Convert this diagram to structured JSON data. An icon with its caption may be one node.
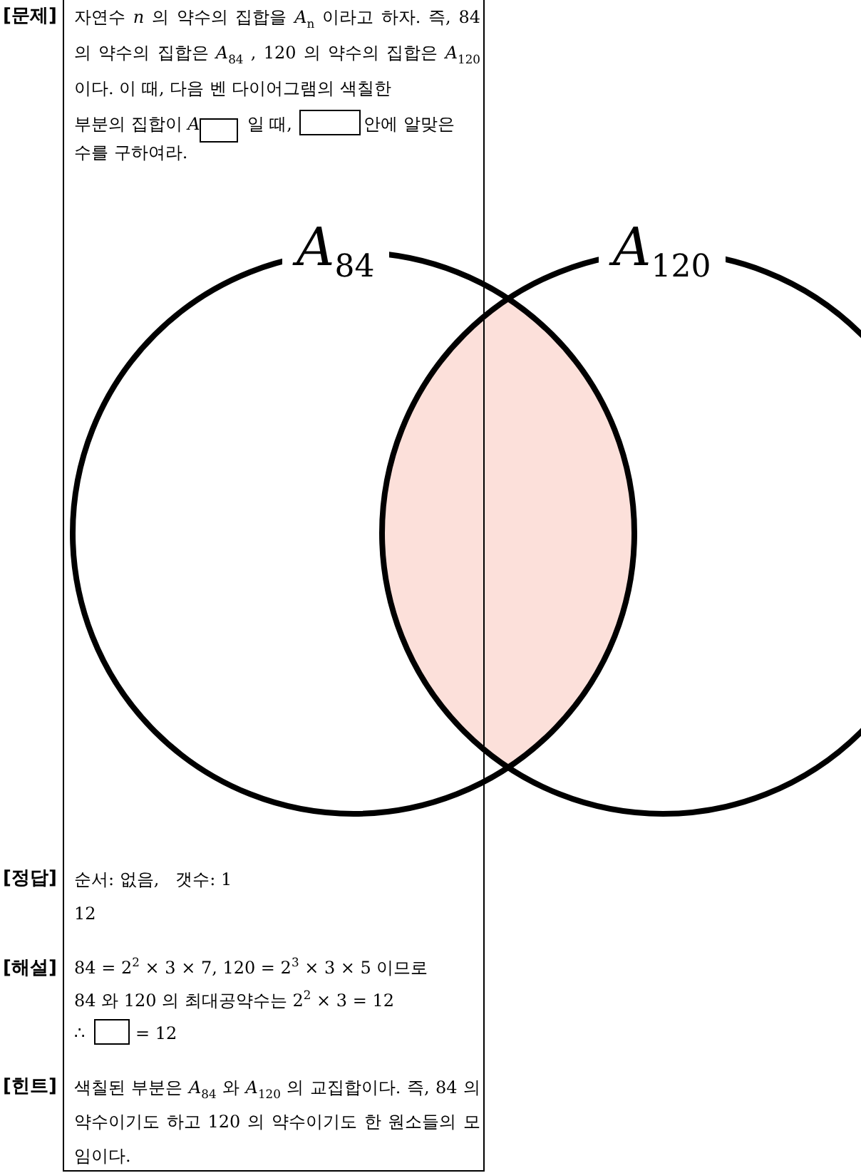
{
  "diagram": {
    "nodes": [
      {
        "text": [
          "*A*$_{84}$"
        ]
      },
      {
        "text": [
          "*A*$_{120}$"
        ]
      },
      {
        "text": [],
        "shape": "lens"
      }
    ],
    "labels": [
      "[문제]",
      "자연수 *n* 의 약수의 집합을 *A*$_{n}$ 이라고 하자. 즉, 84 의 약수의 집합은 *A*$_{84}$ , 120 의 약수의 집합은 *A*$_{120}$ 이다. 이 때, 다음 벤 다이어그램의 색칠한",
      "부분의 집합이 *A*",
      "일 때,",
      "안에 알맞은",
      "수를 구하여라.",
      "[정답]",
      "순서: 없음,   갯수: 1",
      "12",
      "[해설]",
      "84 = 2$^{2}$ × 3 × 7, 120 = 2$^{3}$ × 3 × 5 이므로",
      "84 와 120 의 최대공약수는 2$^{2}$ × 3 = 12",
      "∴",
      "= 12",
      "[힌트]",
      "색칠된 부분은 *A*$_{84}$ 와 *A*$_{120}$ 의 교집합이다. 즉, 84 의 약수이기도 하고 120 의 약수이기도 한 원소들의 모임이다."
    ]
  }
}
